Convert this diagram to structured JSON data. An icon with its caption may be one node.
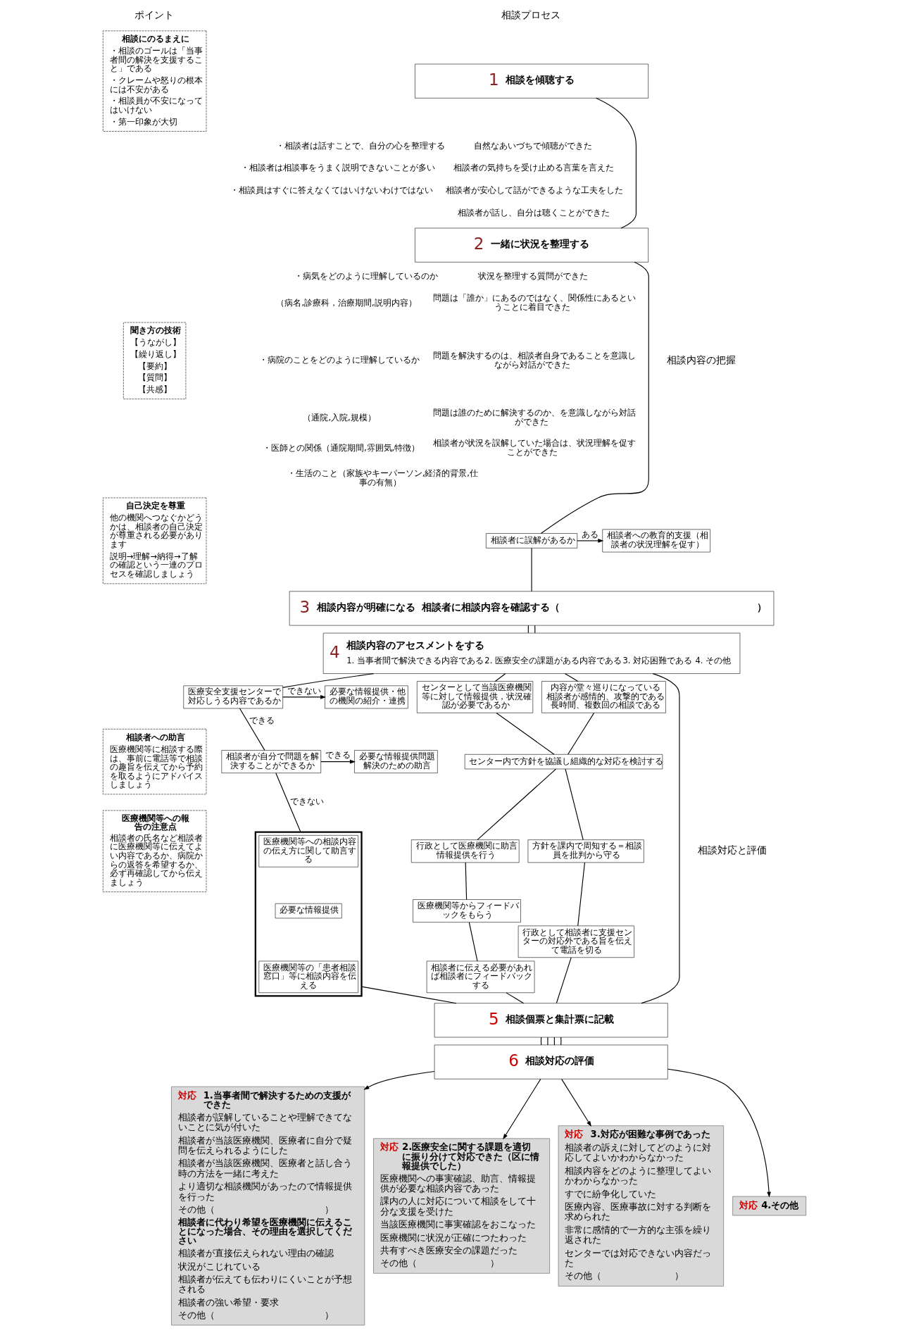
{
  "diagram": {
    "nodes": [
      {
        "text": [
          "相談にのるまえに",
          "・相談のゴールは「当事者間の解決を支援すること」である",
          "・クレームや怒りの根本には不安がある",
          "・相談員が不安になってはいけない",
          "・第一印象が大切"
        ]
      },
      {
        "text": [
          "聞き方の技術",
          "【うながし】",
          "【繰り返し】",
          "【要約】",
          "【質問】",
          "【共感】"
        ]
      },
      {
        "text": [
          "自己決定を尊重",
          "他の機関へつなぐかどうかは、相談者の自己決定が尊重される必要があります",
          "説明→理解→納得→了解の確認という一連のプロセスを確認しましょう"
        ]
      },
      {
        "text": [
          "相談者への助言",
          "医療機関等に相談する際は、事前に電話等で相談の趣旨を伝えてから予約を取るようにアドバイスしましょう"
        ]
      },
      {
        "text": [
          "医療機関等への報告の注意点",
          "相談者の氏名など相談者に医療機関等に伝えてよい内容であるか、病院からの返答を希望するか、必ず再確認してから伝えましょう"
        ]
      },
      {
        "text": [
          "1",
          "相談を傾聴する"
        ]
      },
      {
        "text": [
          "2",
          "一緒に状況を整理する"
        ]
      },
      {
        "text": [
          "相談者に誤解があるか"
        ]
      },
      {
        "text": [
          "相談者への教育的支援（相談者の状況理解を促す）"
        ]
      },
      {
        "text": [
          "3",
          "相談内容が明確になる",
          "相談者に相談内容を確認する（　　　　　　　　　　　　　　　　　　　　）"
        ]
      },
      {
        "text": [
          "4",
          "相談内容のアセスメントをする",
          "1. 当事者間で解決できる内容である",
          "2. 医療安全の課題がある内容である",
          "3. 対応困難である",
          "4. その他"
        ]
      },
      {
        "text": [
          "医療安全支援センターで対応しうる内容であるか"
        ]
      },
      {
        "text": [
          "必要な情報提供・他の機関の紹介・連携"
        ]
      },
      {
        "text": [
          "相談者が自分で問題を解決することができるか"
        ]
      },
      {
        "text": [
          "必要な情報提供問題解決のための助言"
        ]
      },
      {
        "text": [],
        "shape": "box"
      },
      {
        "text": [
          "医療機関等への相談内容の伝え方に関して助言する"
        ],
        "in": 15
      },
      {
        "text": [
          "必要な情報提供"
        ],
        "in": 15
      },
      {
        "text": [
          "医療機関等の「患者相談窓口」等に相談内容を伝える"
        ],
        "in": 15
      },
      {
        "text": [
          "センターとして当該医療機関等に対して情報提供，状況確認が必要であるか"
        ]
      },
      {
        "text": [
          "内容が堂々巡りになっている",
          "相談者が感情的、攻撃的である",
          "長時間、複数回の相談である"
        ]
      },
      {
        "text": [
          "センター内で方針を協議し組織的な対応を検討する"
        ]
      },
      {
        "text": [
          "行政として医療機関に助言情報提供を行う"
        ]
      },
      {
        "text": [
          "方針を課内で周知する＝相談員を批判から守る"
        ]
      },
      {
        "text": [
          "医療機関等からフィードバックをもらう"
        ]
      },
      {
        "text": [
          "行政として相談者に支援センターの対応外である旨を伝えて電話を切る"
        ]
      },
      {
        "text": [
          "相談者に伝える必要があれば相談者にフィードバックする"
        ]
      },
      {
        "text": [
          "5",
          "相談個票と集計票に記載"
        ]
      },
      {
        "text": [
          "6",
          "相談対応の評価"
        ]
      },
      {
        "text": [
          "対応",
          "1.当事者間で解決するための支援ができた",
          "相談者が誤解していることや理解できてないことに気が付いた",
          "相談者が当該医療機関、医療者に自分で疑問を伝えられるようにした",
          "相談者が当該医療機関、医療者と話し合う時の方法を一緒に考えた",
          "より適切な相談機関があったので情報提供を行った",
          "その他（　　　　　　　　　　　　）",
          "相談者に代わり希望を医療機関に伝えることになった場合、その理由を選択してください",
          "相談者が直接伝えられない理由の確認",
          "状況がこじれている",
          "相談者が伝えても伝わりにくいことが予想される",
          "相談者の強い希望・要求",
          "その他（　　　　　　　　　　　　）"
        ]
      },
      {
        "text": [
          "対応",
          "2.医療安全に関する課題を適切に振り分けて対応できた（区に情報提供でした）",
          "医療機関への事実確認、助言、情報提供が必要な相談内容であった",
          "課内の人に対応について相談をして十分な支援を受けた",
          "当該医療機関に事実確認をおこなった",
          "医療機関に状況が正確につたわった",
          "共有すべき医療安全の課題だった",
          "その他（　　　　　　　　）"
        ]
      },
      {
        "text": [
          "対応",
          "3.対応が困難な事例であった",
          "相談者の訴えに対してどのように対応してよいかわからなかった",
          "相談内容をどのように整理してよいかわからなかった",
          "すでに紛争化していた",
          "医療内容、医療事故に対する判断を求められた",
          "非常に感情的で一方的な主張を繰り返された",
          "センターでは対応できない内容だった",
          "その他（　　　　　　　　）"
        ]
      },
      {
        "text": [
          "対応",
          "4.その他"
        ]
      }
    ],
    "edges": [
      {
        "from": 5,
        "to": 6,
        "arrow": "none"
      },
      {
        "from": 6,
        "to": 7,
        "arrow": "none"
      },
      {
        "from": 7,
        "to": 8,
        "arrow": "to",
        "label": "ある"
      },
      {
        "from": 7,
        "to": 9,
        "arrow": "none"
      },
      {
        "from": 9,
        "to": 10,
        "arrow": "none"
      },
      {
        "from": 9,
        "to": 10,
        "arrow": "none"
      },
      {
        "from": 10,
        "to": 11,
        "arrow": "none"
      },
      {
        "from": 11,
        "to": 12,
        "arrow": "to",
        "label": "できない"
      },
      {
        "from": 11,
        "to": 13,
        "arrow": "none",
        "label": "できる"
      },
      {
        "from": 13,
        "to": 14,
        "arrow": "to",
        "label": "できる"
      },
      {
        "from": 13,
        "to": 15,
        "arrow": "none",
        "label": "できない"
      },
      {
        "from": 10,
        "to": 19,
        "arrow": "none"
      },
      {
        "from": 10,
        "to": 20,
        "arrow": "none"
      },
      {
        "from": 19,
        "to": 21,
        "arrow": "none"
      },
      {
        "from": 20,
        "to": 21,
        "arrow": "none"
      },
      {
        "from": 21,
        "to": 22,
        "arrow": "none"
      },
      {
        "from": 21,
        "to": 23,
        "arrow": "none"
      },
      {
        "from": 22,
        "to": 24,
        "arrow": "none"
      },
      {
        "from": 24,
        "to": 26,
        "arrow": "none"
      },
      {
        "from": 23,
        "to": 25,
        "arrow": "none"
      },
      {
        "from": 15,
        "to": 27,
        "arrow": "none"
      },
      {
        "from": 26,
        "to": 27,
        "arrow": "none"
      },
      {
        "from": 25,
        "to": 27,
        "arrow": "none"
      },
      {
        "from": 10,
        "to": 27,
        "arrow": "none"
      },
      {
        "from": 27,
        "to": 28,
        "arrow": "none"
      },
      {
        "from": 27,
        "to": 28,
        "arrow": "none"
      },
      {
        "from": 27,
        "to": 28,
        "arrow": "none"
      },
      {
        "from": 27,
        "to": 28,
        "arrow": "none"
      },
      {
        "from": 28,
        "to": 29,
        "arrow": "to"
      },
      {
        "from": 28,
        "to": 30,
        "arrow": "to"
      },
      {
        "from": 28,
        "to": 31,
        "arrow": "to"
      },
      {
        "from": 28,
        "to": 32,
        "arrow": "to"
      }
    ],
    "labels": [
      "ポイント",
      "相談プロセス",
      "相談内容の把握",
      "相談対応と評価",
      "・相談者は話すことで、自分の心を整理する",
      "・相談者は相談事をうまく説明できないことが多い",
      "・相談員はすぐに答えなくてはいけないわけではない",
      "自然なあいづちで傾聴ができた",
      "相談者の気持ちを受け止める言葉を言えた",
      "相談者が安心して話ができるような工夫をした",
      "相談者が話し、自分は聴くことができた",
      "・病気をどのように理解しているのか",
      "（病名,診療科，治療期間,説明内容）",
      "・病院のことをどのように理解しているか",
      "（通院,入院,規模）",
      "・医師との関係（通院期間,雰囲気,特徴）",
      "・生活のこと（家族やキーパーソン,経済的背景,仕事の有無）",
      "状況を整理する質問ができた",
      "問題は「誰か」にあるのではなく、関係性にあるということに着目できた",
      "問題を解決するのは、相談者自身であることを意識しながら対話ができた",
      "問題は誰のために解決するのか、を意識しながら対話ができた",
      "相談者が状況を誤解していた場合は、状況理解を促すことができた"
    ]
  }
}
